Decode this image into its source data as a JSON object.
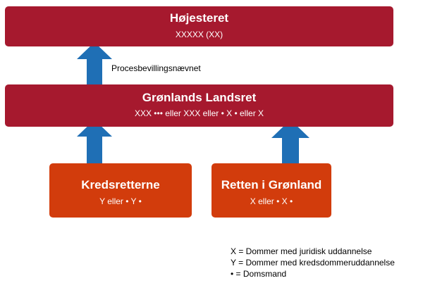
{
  "colors": {
    "upper_court": "#a6192e",
    "lower_court": "#d23c0c",
    "arrow": "#1f6fb5"
  },
  "courts": {
    "hoejesteret": {
      "name": "Højesteret",
      "composition": "XXXXX (XX)"
    },
    "landsret": {
      "name": "Grønlands Landsret",
      "composition": "XXX ••• eller XXX eller • X • eller X"
    },
    "kredsretterne": {
      "name": "Kredsretterne",
      "composition": "Y eller • Y •"
    },
    "retten_i_groenland": {
      "name": "Retten i Grønland",
      "composition": "X eller • X •"
    }
  },
  "arrow_note": "Procesbevillingsnævnet",
  "legend": [
    "X = Dommer med juridisk uddannelse",
    "Y = Dommer med kredsdommeruddannelse",
    "• = Domsmand"
  ]
}
